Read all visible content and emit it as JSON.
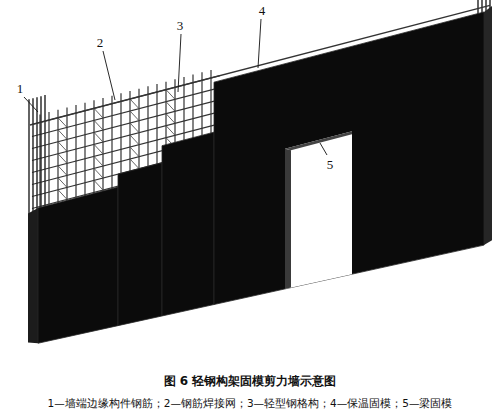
{
  "diagram": {
    "caption": "图 6 轻钢构架固模剪力墙示意图",
    "labels": [
      "1",
      "2",
      "3",
      "4",
      "5",
      "1—墙端边缘构件钢筋；2—钢筋焊接网；3—轻型钢格构；4—保温固模；5—梁固模"
    ]
  }
}
